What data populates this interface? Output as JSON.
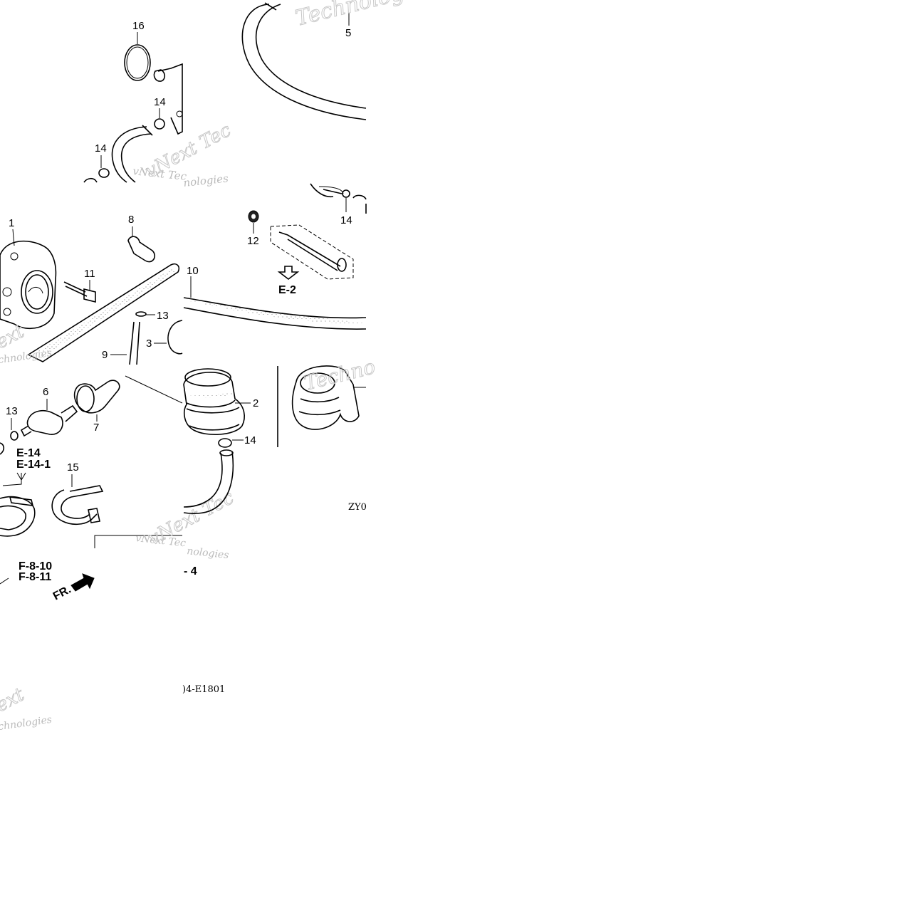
{
  "callouts": {
    "c1": "1",
    "c2": "2",
    "c3": "3",
    "c5": "5",
    "c6": "6",
    "c7": "7",
    "c8": "8",
    "c9": "9",
    "c10": "10",
    "c11": "11",
    "c12": "12",
    "c13a": "13",
    "c13b": "13",
    "c14a": "14",
    "c14b": "14",
    "c14c": "14",
    "c14d": "14",
    "c15": "15",
    "c16": "16"
  },
  "references": {
    "e2": "E-2",
    "e14": "E-14",
    "e141": "E-14-1",
    "f810": "F-8-10",
    "f811": "F-8-11",
    "fr": "FR.",
    "page4": "- 4"
  },
  "diagram_code": {
    "part_a": "ZY0",
    "part_b": ")4-E1801"
  },
  "watermark": {
    "vnext": "vNext Tec",
    "technologies": "Technologies",
    "techno": "Techno",
    "chnologies": "chnologies",
    "ext": "ext",
    "nologies": "nologies"
  },
  "colors": {
    "ink": "#000000",
    "watermark": "#bbbbbb",
    "background": "#ffffff"
  }
}
